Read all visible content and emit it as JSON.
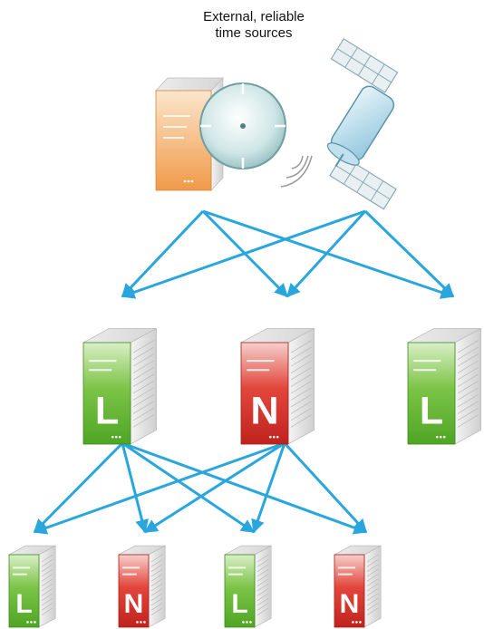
{
  "title": {
    "line1": "External, reliable",
    "line2": "time sources"
  },
  "colors": {
    "connector": "#2aa6df",
    "linux_green": "#5fb52f",
    "netware_red": "#d8302a",
    "server_gray": "#dcdcdc",
    "source_orange": "#f2a85a",
    "satellite_blue": "#a9d3e6"
  },
  "tiers": [
    {
      "tier": "external-sources",
      "items": [
        "time-server-icon",
        "satellite-icon"
      ]
    },
    {
      "tier": "middle-servers",
      "items": [
        {
          "letter": "L",
          "os": "linux"
        },
        {
          "letter": "N",
          "os": "netware"
        },
        {
          "letter": "L",
          "os": "linux"
        }
      ]
    },
    {
      "tier": "bottom-servers",
      "items": [
        {
          "letter": "L",
          "os": "linux"
        },
        {
          "letter": "N",
          "os": "netware"
        },
        {
          "letter": "L",
          "os": "linux"
        },
        {
          "letter": "N",
          "os": "netware"
        }
      ]
    }
  ]
}
